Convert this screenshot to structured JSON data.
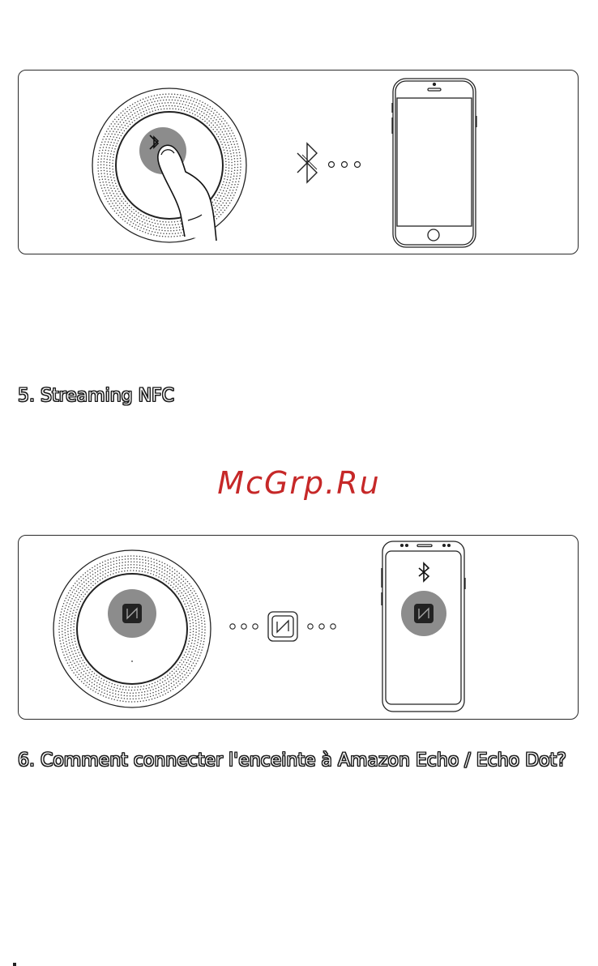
{
  "section5": {
    "heading": "5. Streaming NFC"
  },
  "watermark": {
    "text": "McGrp.Ru"
  },
  "section6": {
    "heading": "6. Comment connecter l'enceinte à Amazon Echo / Echo Dot?"
  },
  "illustration1": {
    "icons": [
      "speaker-icon",
      "bluetooth-icon",
      "finger-icon",
      "connection-dots-icon",
      "smartphone-icon"
    ]
  },
  "illustration2": {
    "icons": [
      "speaker-icon",
      "nfc-icon",
      "connection-dots-icon",
      "nfc-tag-icon",
      "smartphone-icon",
      "bluetooth-icon"
    ]
  },
  "colors": {
    "accent_gray": "#8c8c8c",
    "watermark": "#c62828",
    "ink": "#1a1a1a"
  }
}
